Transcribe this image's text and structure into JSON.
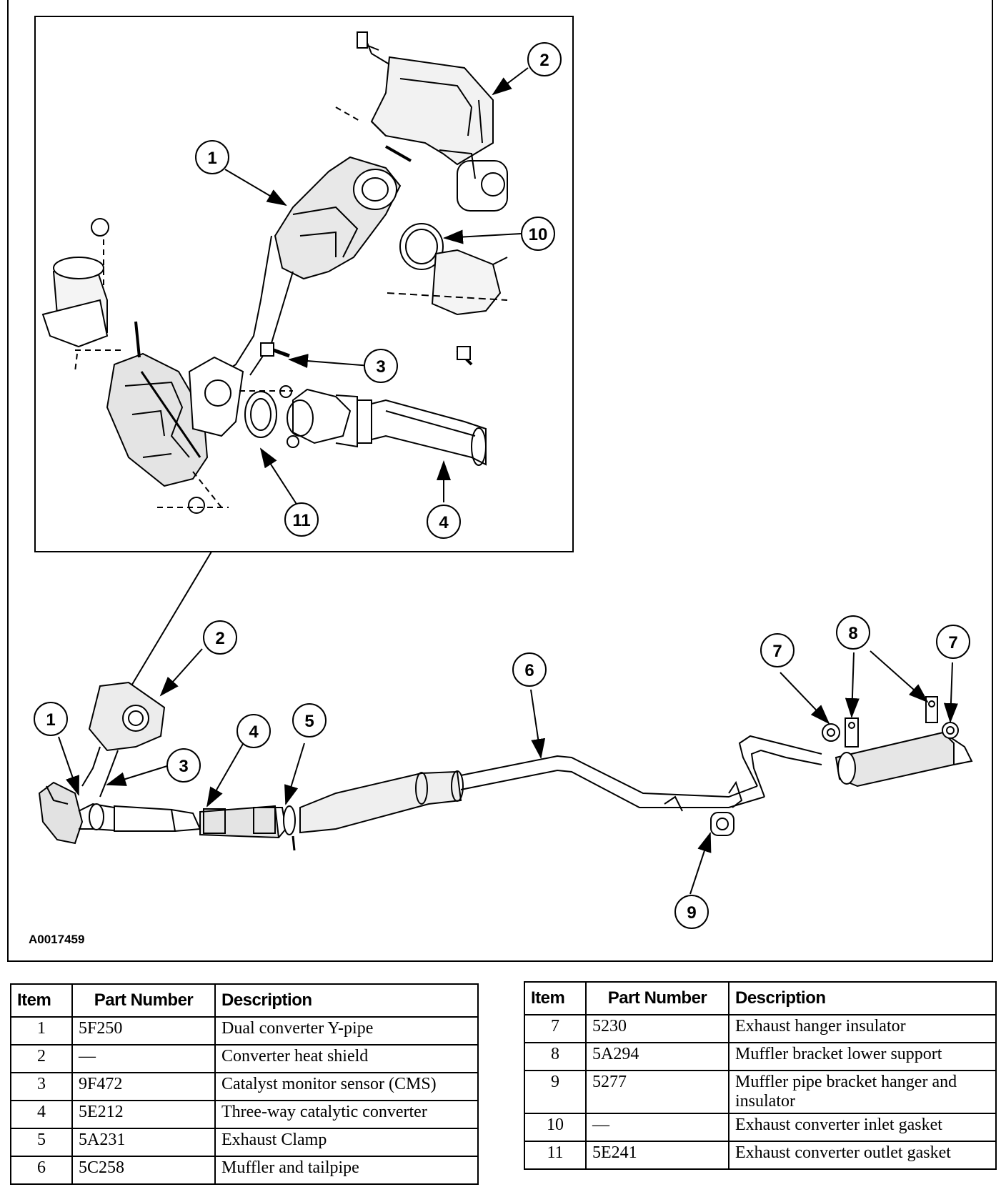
{
  "figure": {
    "id": "A0017459",
    "callouts": [
      "1",
      "2",
      "3",
      "4",
      "5",
      "6",
      "7",
      "8",
      "9",
      "10",
      "11"
    ]
  },
  "tables": {
    "headers": {
      "item": "Item",
      "part_number": "Part Number",
      "description": "Description"
    },
    "left_rows": [
      {
        "item": "1",
        "part": "5F250",
        "desc": "Dual converter Y-pipe"
      },
      {
        "item": "2",
        "part": "—",
        "desc": "Converter heat shield"
      },
      {
        "item": "3",
        "part": "9F472",
        "desc": "Catalyst monitor sensor (CMS)"
      },
      {
        "item": "4",
        "part": "5E212",
        "desc": "Three-way catalytic converter"
      },
      {
        "item": "5",
        "part": "5A231",
        "desc": "Exhaust Clamp"
      },
      {
        "item": "6",
        "part": "5C258",
        "desc": "Muffler and tailpipe"
      }
    ],
    "right_rows": [
      {
        "item": "7",
        "part": "5230",
        "desc": "Exhaust hanger insulator"
      },
      {
        "item": "8",
        "part": "5A294",
        "desc": "Muffler bracket lower support"
      },
      {
        "item": "9",
        "part": "5277",
        "desc": "Muffler pipe bracket hanger and insulator"
      },
      {
        "item": "10",
        "part": "—",
        "desc": "Exhaust converter inlet gasket"
      },
      {
        "item": "11",
        "part": "5E241",
        "desc": "Exhaust converter outlet gasket"
      }
    ]
  }
}
